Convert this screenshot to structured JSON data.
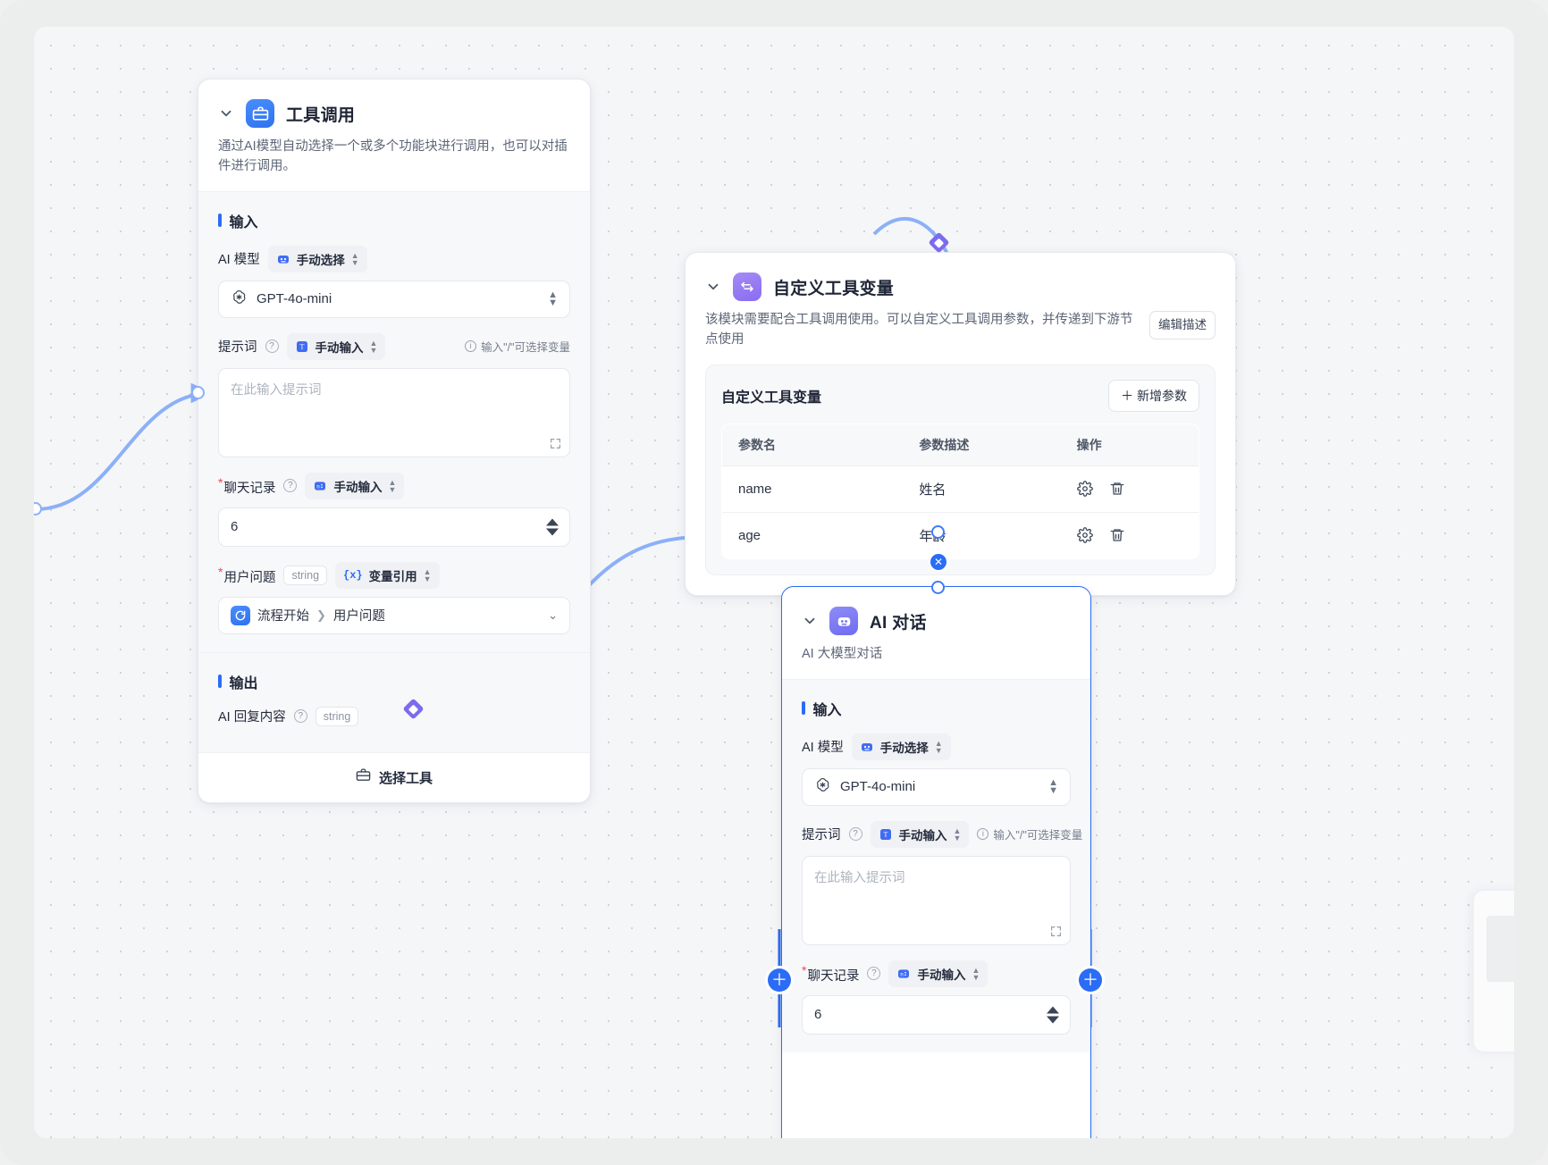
{
  "canvas": {
    "background": "#f5f6f8",
    "accent": "#2b6cf6",
    "accent_purple": "#7b6ced"
  },
  "nodes": {
    "tool_call": {
      "title": "工具调用",
      "icon": "toolbox-icon",
      "description": "通过AI模型自动选择一个或多个功能块进行调用，也可以对插件进行调用。",
      "input_section_label": "输入",
      "output_section_label": "输出",
      "fields": {
        "model": {
          "label": "AI 模型",
          "mode": "手动选择",
          "value": "GPT-4o-mini"
        },
        "prompt": {
          "label": "提示词",
          "mode": "手动输入",
          "hint": "输入\"/\"可选择变量",
          "placeholder": "在此输入提示词"
        },
        "chat_history": {
          "label": "聊天记录",
          "required": true,
          "mode": "手动输入",
          "value": "6"
        },
        "user_question": {
          "label": "用户问题",
          "required": true,
          "type_tag": "string",
          "mode": "变量引用",
          "ref_source": "流程开始",
          "ref_field": "用户问题"
        }
      },
      "output": {
        "label": "AI 回复内容",
        "type_tag": "string"
      },
      "footer_button": "选择工具"
    },
    "custom_tool_var": {
      "title": "自定义工具变量",
      "icon": "variables-icon",
      "description": "该模块需要配合工具调用使用。可以自定义工具调用参数，并传递到下游节点使用",
      "edit_desc_button": "编辑描述",
      "panel_title": "自定义工具变量",
      "add_button": "＋ 新增参数",
      "table": {
        "headers": [
          "参数名",
          "参数描述",
          "操作"
        ],
        "rows": [
          {
            "name": "name",
            "desc": "姓名",
            "ops": [
              "settings-icon",
              "trash-icon"
            ]
          },
          {
            "name": "age",
            "desc": "年龄",
            "ops": [
              "settings-icon",
              "trash-icon"
            ]
          }
        ]
      }
    },
    "ai_chat": {
      "title": "AI 对话",
      "icon": "robot-icon",
      "description": "AI 大模型对话",
      "input_section_label": "输入",
      "fields": {
        "model": {
          "label": "AI 模型",
          "mode": "手动选择",
          "value": "GPT-4o-mini"
        },
        "prompt": {
          "label": "提示词",
          "mode": "手动输入",
          "hint": "输入\"/\"可选择变量",
          "placeholder": "在此输入提示词"
        },
        "chat_history": {
          "label": "聊天记录",
          "required": true,
          "mode": "手动输入",
          "value": "6"
        }
      }
    }
  }
}
